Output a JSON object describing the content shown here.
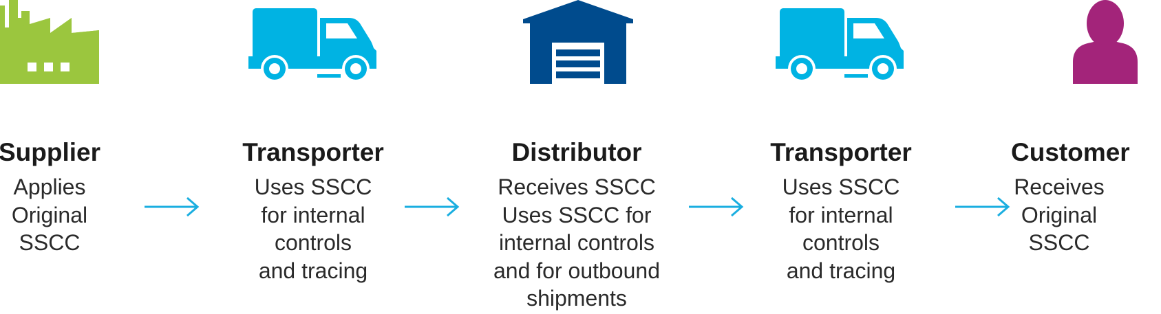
{
  "colors": {
    "supplier": "#9bc63e",
    "transporter": "#00b3e3",
    "distributor": "#004b8d",
    "customer": "#a3247a",
    "arrow": "#1aaee0",
    "text": "#1a1a1a"
  },
  "stages": [
    {
      "icon": "factory-icon",
      "title": "Supplier",
      "lines": [
        "Applies",
        "Original",
        "SSCC"
      ]
    },
    {
      "icon": "truck-icon",
      "title": "Transporter",
      "lines": [
        "Uses SSCC",
        "for internal",
        "controls",
        "and tracing"
      ]
    },
    {
      "icon": "warehouse-icon",
      "title": "Distributor",
      "lines": [
        "Receives SSCC",
        "Uses SSCC for",
        "internal controls",
        "and for outbound",
        "shipments"
      ]
    },
    {
      "icon": "truck-icon",
      "title": "Transporter",
      "lines": [
        "Uses SSCC",
        "for internal",
        "controls",
        "and tracing"
      ]
    },
    {
      "icon": "person-icon",
      "title": "Customer",
      "lines": [
        "Receives",
        "Original",
        "SSCC"
      ]
    }
  ]
}
